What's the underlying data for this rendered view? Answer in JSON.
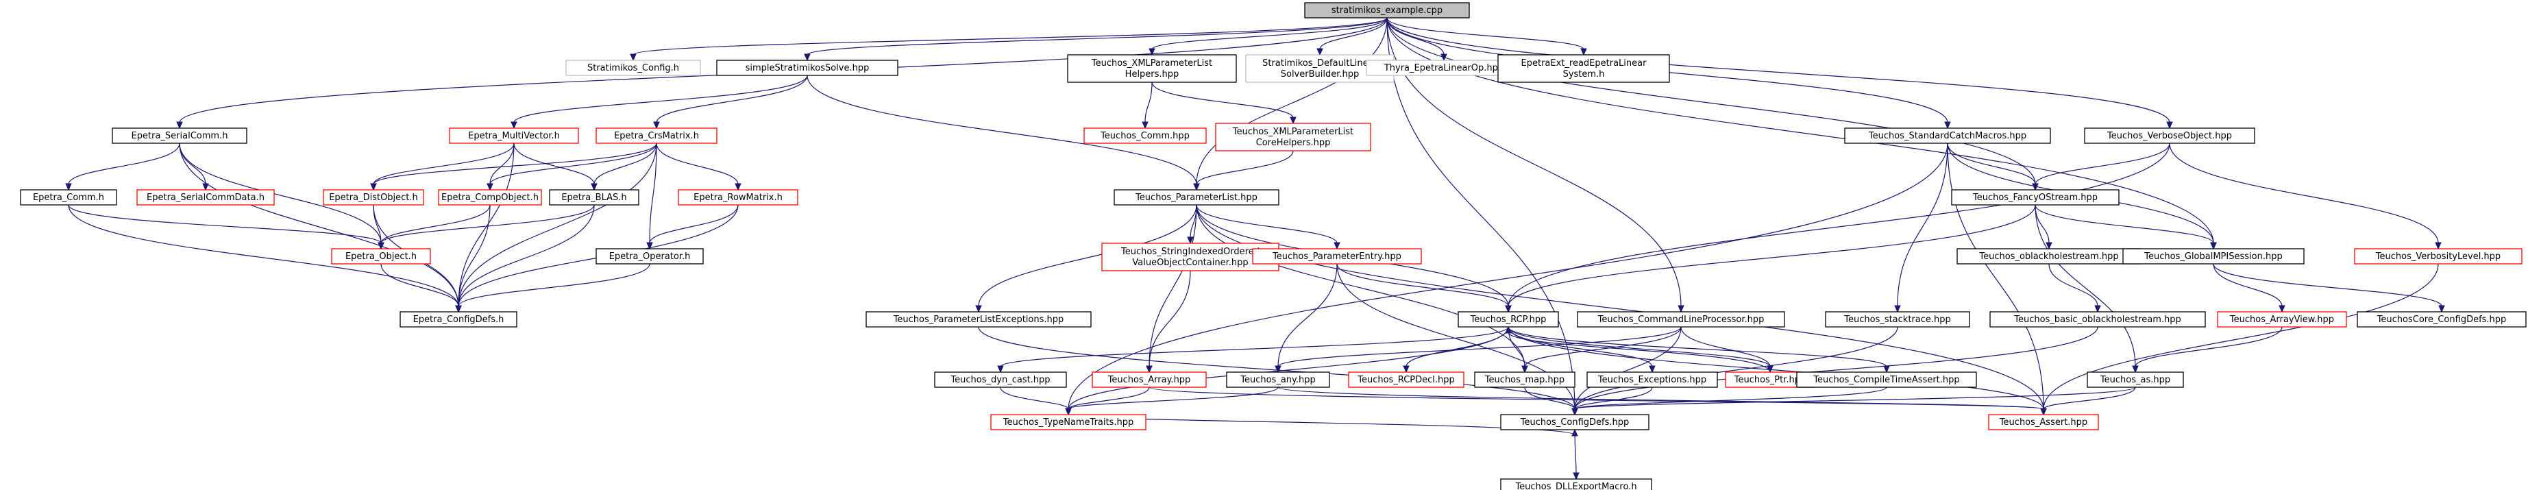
{
  "colors": {
    "edge": "#191970",
    "border_documented": "#000000",
    "border_has_includes": "#ff0000",
    "border_external": "#bfbfbf",
    "root_fill": "#bfbfbf",
    "node_fill": "#ffffff"
  },
  "nodes": [
    {
      "id": "n_root",
      "kind": "root",
      "lines": [
        "stratimikos_example.cpp"
      ]
    },
    {
      "id": "n_strat_config",
      "kind": "external",
      "lines": [
        "Stratimikos_Config.h"
      ]
    },
    {
      "id": "n_simple",
      "kind": "documented",
      "lines": [
        "simpleStratimikosSolve.hpp"
      ]
    },
    {
      "id": "n_xmlpl",
      "kind": "documented",
      "lines": [
        "Teuchos_XMLParameterList",
        "Helpers.hpp"
      ]
    },
    {
      "id": "n_default_lin",
      "kind": "external",
      "lines": [
        "Stratimikos_DefaultLinear",
        "SolverBuilder.hpp"
      ]
    },
    {
      "id": "n_thyra",
      "kind": "external",
      "lines": [
        "Thyra_EpetraLinearOp.hpp"
      ]
    },
    {
      "id": "n_epetraext",
      "kind": "documented",
      "lines": [
        "EpetraExt_readEpetraLinear",
        "System.h"
      ]
    },
    {
      "id": "n_serialcomm",
      "kind": "documented",
      "lines": [
        "Epetra_SerialComm.h"
      ]
    },
    {
      "id": "n_multivec",
      "kind": "has_includes",
      "lines": [
        "Epetra_MultiVector.h"
      ]
    },
    {
      "id": "n_crsmatrix",
      "kind": "has_includes",
      "lines": [
        "Epetra_CrsMatrix.h"
      ]
    },
    {
      "id": "n_tcomm",
      "kind": "has_includes",
      "lines": [
        "Teuchos_Comm.hpp"
      ]
    },
    {
      "id": "n_xmlcore",
      "kind": "has_includes",
      "lines": [
        "Teuchos_XMLParameterList",
        "CoreHelpers.hpp"
      ]
    },
    {
      "id": "n_stdcatch",
      "kind": "documented",
      "lines": [
        "Teuchos_StandardCatchMacros.hpp"
      ]
    },
    {
      "id": "n_verbobj",
      "kind": "documented",
      "lines": [
        "Teuchos_VerboseObject.hpp"
      ]
    },
    {
      "id": "n_ecomm",
      "kind": "documented",
      "lines": [
        "Epetra_Comm.h"
      ]
    },
    {
      "id": "n_serialdata",
      "kind": "has_includes",
      "lines": [
        "Epetra_SerialCommData.h"
      ]
    },
    {
      "id": "n_distobj",
      "kind": "has_includes",
      "lines": [
        "Epetra_DistObject.h"
      ]
    },
    {
      "id": "n_compobj",
      "kind": "has_includes",
      "lines": [
        "Epetra_CompObject.h"
      ]
    },
    {
      "id": "n_blas",
      "kind": "documented",
      "lines": [
        "Epetra_BLAS.h"
      ]
    },
    {
      "id": "n_rowmatrix",
      "kind": "has_includes",
      "lines": [
        "Epetra_RowMatrix.h"
      ]
    },
    {
      "id": "n_plist",
      "kind": "documented",
      "lines": [
        "Teuchos_ParameterList.hpp"
      ]
    },
    {
      "id": "n_fancy",
      "kind": "documented",
      "lines": [
        "Teuchos_FancyOStream.hpp"
      ]
    },
    {
      "id": "n_eobject",
      "kind": "has_includes",
      "lines": [
        "Epetra_Object.h"
      ]
    },
    {
      "id": "n_operator",
      "kind": "documented",
      "lines": [
        "Epetra_Operator.h"
      ]
    },
    {
      "id": "n_strindexed",
      "kind": "has_includes",
      "lines": [
        "Teuchos_StringIndexedOrdered",
        "ValueObjectContainer.hpp"
      ]
    },
    {
      "id": "n_pentry",
      "kind": "has_includes",
      "lines": [
        "Teuchos_ParameterEntry.hpp"
      ]
    },
    {
      "id": "n_oblack",
      "kind": "documented",
      "lines": [
        "Teuchos_oblackholestream.hpp"
      ]
    },
    {
      "id": "n_globalmpi",
      "kind": "documented",
      "lines": [
        "Teuchos_GlobalMPISession.hpp"
      ]
    },
    {
      "id": "n_verblevel",
      "kind": "has_includes",
      "lines": [
        "Teuchos_VerbosityLevel.hpp"
      ]
    },
    {
      "id": "n_econfig",
      "kind": "documented",
      "lines": [
        "Epetra_ConfigDefs.h"
      ]
    },
    {
      "id": "n_plexc",
      "kind": "documented",
      "lines": [
        "Teuchos_ParameterListExceptions.hpp"
      ]
    },
    {
      "id": "n_rcp",
      "kind": "documented",
      "lines": [
        "Teuchos_RCP.hpp"
      ]
    },
    {
      "id": "n_cmdline",
      "kind": "documented",
      "lines": [
        "Teuchos_CommandLineProcessor.hpp"
      ]
    },
    {
      "id": "n_stacktrace",
      "kind": "documented",
      "lines": [
        "Teuchos_stacktrace.hpp"
      ]
    },
    {
      "id": "n_basicblack",
      "kind": "documented",
      "lines": [
        "Teuchos_basic_oblackholestream.hpp"
      ]
    },
    {
      "id": "n_arrayview",
      "kind": "has_includes",
      "lines": [
        "Teuchos_ArrayView.hpp"
      ]
    },
    {
      "id": "n_tcconfig",
      "kind": "documented",
      "lines": [
        "TeuchosCore_ConfigDefs.hpp"
      ]
    },
    {
      "id": "n_dyncast",
      "kind": "documented",
      "lines": [
        "Teuchos_dyn_cast.hpp"
      ]
    },
    {
      "id": "n_array",
      "kind": "has_includes",
      "lines": [
        "Teuchos_Array.hpp"
      ]
    },
    {
      "id": "n_any",
      "kind": "documented",
      "lines": [
        "Teuchos_any.hpp"
      ]
    },
    {
      "id": "n_rcpdecl",
      "kind": "has_includes",
      "lines": [
        "Teuchos_RCPDecl.hpp"
      ]
    },
    {
      "id": "n_map",
      "kind": "documented",
      "lines": [
        "Teuchos_map.hpp"
      ]
    },
    {
      "id": "n_exceptions",
      "kind": "documented",
      "lines": [
        "Teuchos_Exceptions.hpp"
      ]
    },
    {
      "id": "n_ptr",
      "kind": "has_includes",
      "lines": [
        "Teuchos_Ptr.hpp"
      ]
    },
    {
      "id": "n_compiletime",
      "kind": "documented",
      "lines": [
        "Teuchos_CompileTimeAssert.hpp"
      ]
    },
    {
      "id": "n_as",
      "kind": "documented",
      "lines": [
        "Teuchos_as.hpp"
      ]
    },
    {
      "id": "n_typename",
      "kind": "has_includes",
      "lines": [
        "Teuchos_TypeNameTraits.hpp"
      ]
    },
    {
      "id": "n_tconfig",
      "kind": "documented",
      "lines": [
        "Teuchos_ConfigDefs.hpp"
      ]
    },
    {
      "id": "n_assert",
      "kind": "has_includes",
      "lines": [
        "Teuchos_Assert.hpp"
      ]
    },
    {
      "id": "n_dll",
      "kind": "documented",
      "lines": [
        "Teuchos_DLLExportMacro.h"
      ]
    }
  ]
}
